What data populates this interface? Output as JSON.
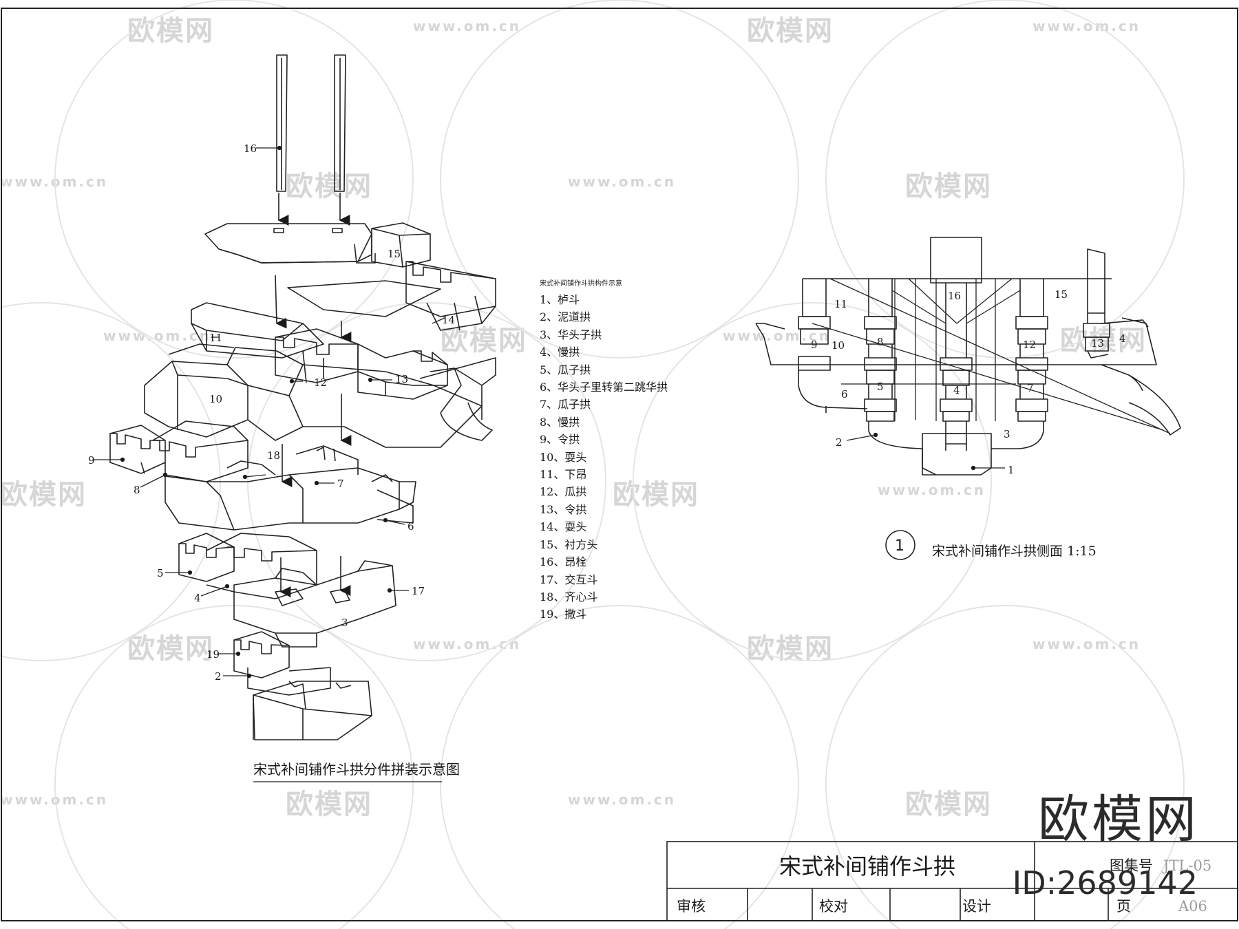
{
  "watermark": {
    "logo_text": "欧模网",
    "url_text": "www.om.cn",
    "corner_logo": "欧模网",
    "corner_id": "ID:2689142"
  },
  "left_drawing": {
    "title": "宋式补间铺作斗拱分件拼装示意图",
    "labels": [
      "16",
      "15",
      "11",
      "14",
      "10",
      "12",
      "13",
      "9",
      "8",
      "18",
      "7",
      "6",
      "5",
      "4",
      "17",
      "3",
      "19",
      "2"
    ]
  },
  "legend": {
    "title": "宋式补间铺作斗拱构件示意",
    "items": [
      "1、栌斗",
      "2、泥道拱",
      "3、华头子拱",
      "4、慢拱",
      "5、瓜子拱",
      "6、华头子里转第二跳华拱",
      "7、瓜子拱",
      "8、慢拱",
      "9、令拱",
      "10、耍头",
      "11、下昂",
      "12、瓜拱",
      "13、令拱",
      "14、耍头",
      "15、衬方头",
      "16、昂栓",
      "17、交互斗",
      "18、齐心斗",
      "19、撒斗"
    ]
  },
  "right_drawing": {
    "badge_number": "1",
    "title": "宋式补间铺作斗拱侧面 1:15",
    "labels": [
      "11",
      "16",
      "15",
      "9",
      "10",
      "8",
      "12",
      "13",
      "4",
      "6",
      "5",
      "4",
      "7",
      "2",
      "3",
      "1"
    ]
  },
  "title_block": {
    "drawing_title": "宋式补间铺作斗拱",
    "atlas_label": "图集号",
    "atlas_value": "JTL-05",
    "review_label": "审核",
    "check_label": "校对",
    "design_label": "设计",
    "page_label": "页",
    "page_value": "A06"
  }
}
